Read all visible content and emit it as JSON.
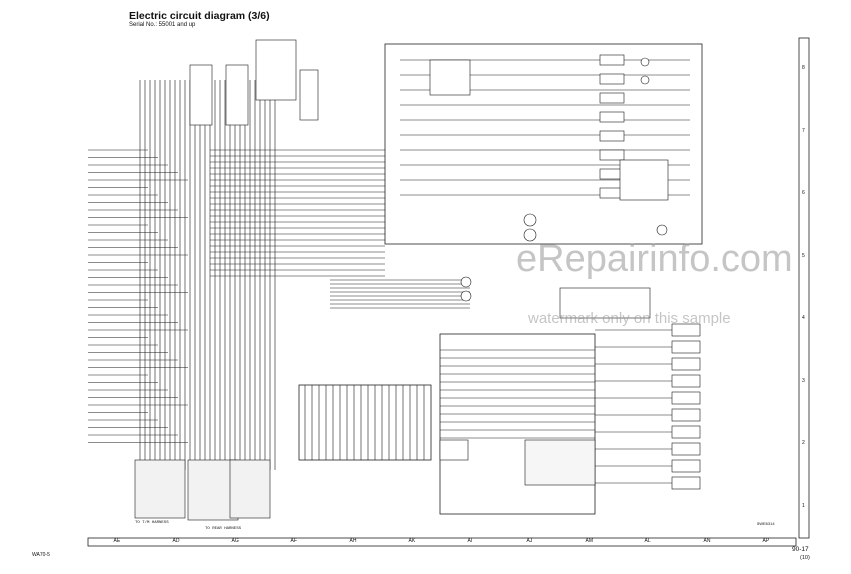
{
  "header": {
    "title": "Electric circuit diagram (3/6)",
    "serial": "Serial No.: 55001 and up"
  },
  "footer": {
    "model": "WA70-5",
    "page": "90-17",
    "sub": "(10)",
    "drawing_no": "5WE6314"
  },
  "grid": {
    "columns": [
      "AE",
      "AD",
      "AG",
      "AF",
      "AH",
      "AK",
      "AI",
      "AJ",
      "AM",
      "AL",
      "AN",
      "AP"
    ],
    "rows": [
      "8",
      "7",
      "6",
      "5",
      "4",
      "3",
      "2",
      "1"
    ]
  },
  "connectors": {
    "bottom_left": "TO T/M HARNESS",
    "bottom_mid": "TO REAR HARNESS"
  },
  "watermark": {
    "main": "eRepairinfo.com",
    "sub": "watermark only on this sample"
  }
}
